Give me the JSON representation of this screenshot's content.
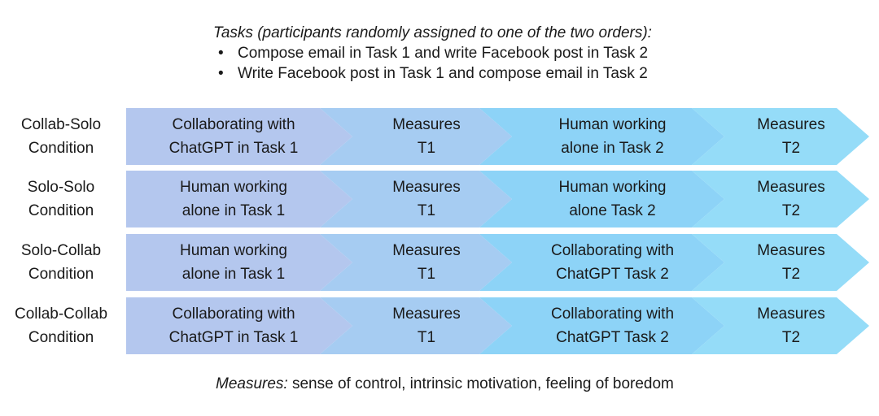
{
  "header": {
    "title": "Tasks (participants randomly assigned to one of the two orders):",
    "orders": [
      "Compose email in Task 1 and write Facebook post in Task 2",
      "Write Facebook post in Task 1 and compose email in Task 2"
    ]
  },
  "rows": [
    {
      "label": [
        "Collab-Solo",
        "Condition"
      ],
      "steps": [
        [
          "Collaborating with",
          "ChatGPT in Task 1"
        ],
        [
          "Measures",
          "T1"
        ],
        [
          "Human working",
          "alone in Task 2"
        ],
        [
          "Measures",
          "T2"
        ]
      ]
    },
    {
      "label": [
        "Solo-Solo",
        "Condition"
      ],
      "steps": [
        [
          "Human working",
          "alone in Task 1"
        ],
        [
          "Measures",
          "T1"
        ],
        [
          "Human working",
          "alone Task 2"
        ],
        [
          "Measures",
          "T2"
        ]
      ]
    },
    {
      "label": [
        "Solo-Collab",
        "Condition"
      ],
      "steps": [
        [
          "Human working",
          "alone in Task 1"
        ],
        [
          "Measures",
          "T1"
        ],
        [
          "Collaborating with",
          "ChatGPT Task 2"
        ],
        [
          "Measures",
          "T2"
        ]
      ]
    },
    {
      "label": [
        "Collab-Collab",
        "Condition"
      ],
      "steps": [
        [
          "Collaborating with",
          "ChatGPT in Task 1"
        ],
        [
          "Measures",
          "T1"
        ],
        [
          "Collaborating with",
          "ChatGPT Task 2"
        ],
        [
          "Measures",
          "T2"
        ]
      ]
    }
  ],
  "footer": {
    "lead": "Measures:",
    "text": " sense of control, intrinsic motivation,  feeling of boredom"
  },
  "colors": {
    "step1": "#b4c7ee",
    "step2": "#a6ccf2",
    "step3": "#8dd3f7",
    "step4": "#95dcf8"
  }
}
